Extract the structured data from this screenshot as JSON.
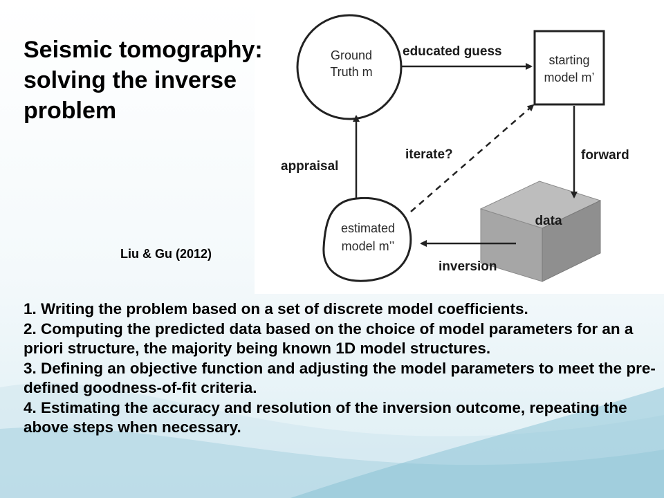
{
  "title": "Seismic tomography: solving the inverse problem",
  "citation": "Liu & Gu (2012)",
  "diagram": {
    "nodes": {
      "ground_truth": [
        "Ground",
        "Truth m"
      ],
      "starting_model": [
        "starting",
        "model m’"
      ],
      "data": "data",
      "estimated_model": [
        "estimated",
        "model m’’"
      ]
    },
    "edges": {
      "educated_guess": "educated guess",
      "forward": "forward",
      "inversion": "inversion",
      "appraisal": "appraisal",
      "iterate": "iterate?"
    }
  },
  "steps": [
    "1. Writing the problem based on a set of discrete model coefficients.",
    "2. Computing the predicted data based on the choice of model parameters for an a priori structure, the majority being known 1D model structures.",
    "3. Defining an objective function and adjusting the model parameters to meet the pre-defined goodness-of-fit criteria.",
    "4. Estimating the accuracy and resolution of the inversion outcome, repeating the above steps when necessary."
  ]
}
